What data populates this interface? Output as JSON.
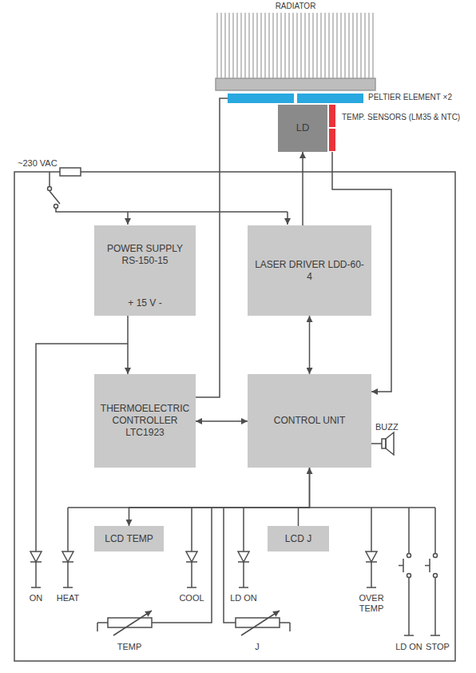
{
  "diagram": {
    "nodes": [
      {
        "text": [
          "PELTIER ELEMENT ×2"
        ]
      },
      {
        "text": [
          "LD"
        ]
      },
      {
        "text": [
          "TEMP. SENSORS (LM35 & NTC)"
        ]
      },
      {
        "text": [
          "POWER SUPPLY RS-150-15",
          "+ 15 V -"
        ]
      },
      {
        "text": [
          "LASER DRIVER LDD-60-4"
        ]
      },
      {
        "text": [
          "THERMOELECTRIC CONTROLLER LTC1923"
        ]
      },
      {
        "text": [
          "CONTROL UNIT"
        ]
      },
      {
        "text": [
          "LCD TEMP"
        ]
      },
      {
        "text": [
          "LCD J"
        ]
      }
    ],
    "edges": [
      {
        "from": 3,
        "to": 5,
        "arrow": "to"
      },
      {
        "from": 4,
        "to": 1,
        "arrow": "to"
      },
      {
        "from": 4,
        "to": 6,
        "arrow": "both"
      },
      {
        "from": 5,
        "to": 6,
        "arrow": "both"
      },
      {
        "from": 5,
        "to": 0,
        "arrow": "none"
      },
      {
        "from": 2,
        "to": 6,
        "arrow": "to"
      },
      {
        "from": 6,
        "to": 7,
        "arrow": "both"
      },
      {
        "from": 6,
        "to": 8,
        "arrow": "none"
      }
    ],
    "labels": [
      "RADIATOR",
      "~230 VAC",
      "BUZZ",
      "ON",
      "HEAT",
      "COOL",
      "LD ON",
      "OVER TEMP",
      "TEMP",
      "J",
      "LD ON",
      "STOP"
    ]
  }
}
